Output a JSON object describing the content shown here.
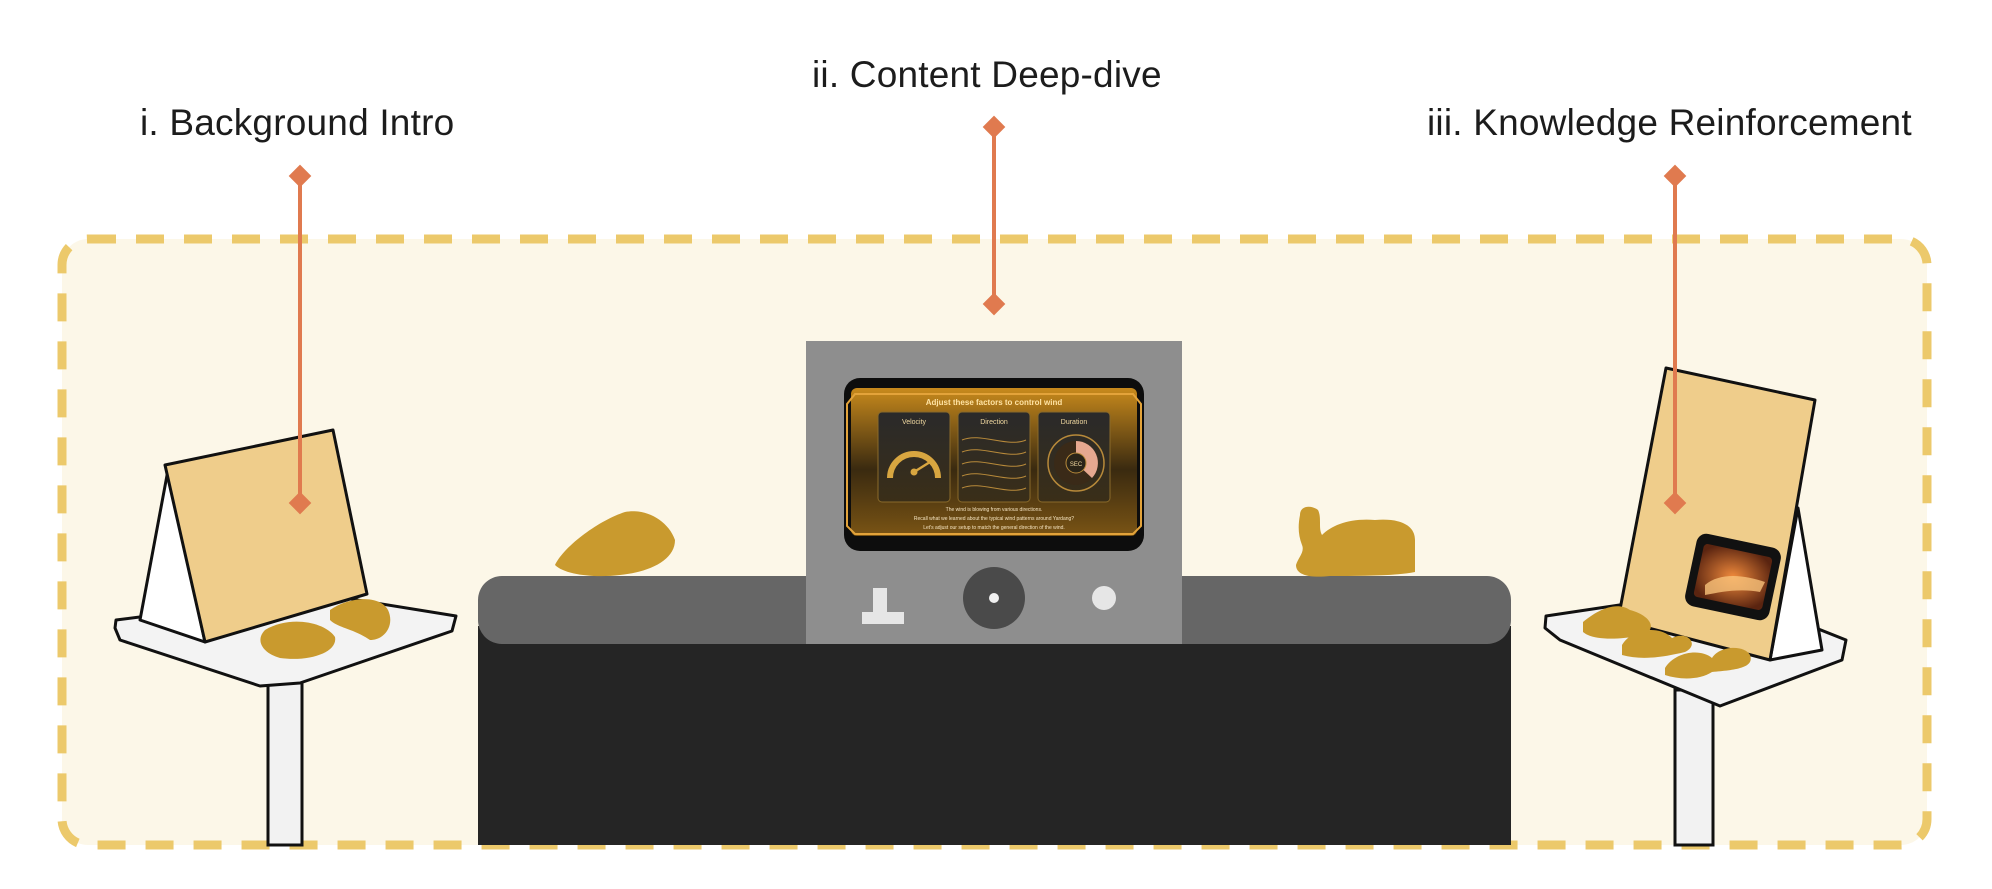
{
  "stages": [
    {
      "label": "i. Background Intro"
    },
    {
      "label": "ii. Content Deep-dive"
    },
    {
      "label": "iii. Knowledge Reinforcement"
    }
  ],
  "screen": {
    "title": "Adjust these factors to control wind",
    "panels": [
      {
        "label": "Velocity"
      },
      {
        "label": "Direction"
      },
      {
        "label": "Duration"
      }
    ],
    "dial_value": "SEC",
    "lines": [
      "The wind is blowing from various directions.",
      "Recall what we learned about the typical wind patterns around Yardang?",
      "Let's adjust our setup to match the general direction of the wind."
    ]
  },
  "colors": {
    "zone_fill": "#fcf7e8",
    "zone_dash": "#ecc96b",
    "pointer": "#e07a4f",
    "sand": "#c99a2e",
    "board": "#efcd8b",
    "console": "#252525",
    "console_top": "#666666",
    "screen_housing": "#8e8e8e"
  }
}
